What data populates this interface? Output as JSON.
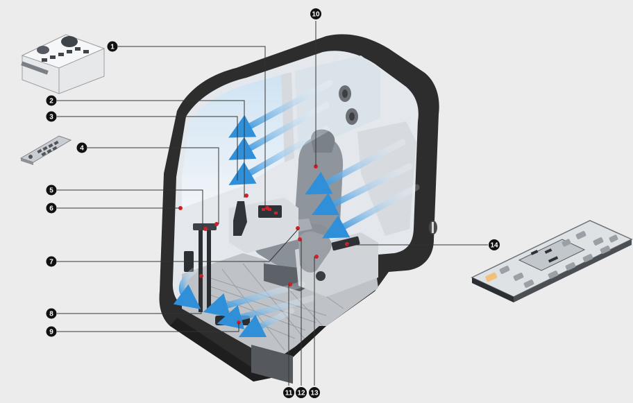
{
  "callouts": [
    {
      "id": "callout-1",
      "number": "1"
    },
    {
      "id": "callout-2",
      "number": "2"
    },
    {
      "id": "callout-3",
      "number": "3"
    },
    {
      "id": "callout-4",
      "number": "4"
    },
    {
      "id": "callout-5",
      "number": "5"
    },
    {
      "id": "callout-6",
      "number": "6"
    },
    {
      "id": "callout-7",
      "number": "7"
    },
    {
      "id": "callout-8",
      "number": "8"
    },
    {
      "id": "callout-9",
      "number": "9"
    },
    {
      "id": "callout-10",
      "number": "10"
    },
    {
      "id": "callout-11",
      "number": "11"
    },
    {
      "id": "callout-12",
      "number": "12"
    },
    {
      "id": "callout-13",
      "number": "13"
    },
    {
      "id": "callout-14",
      "number": "14"
    }
  ],
  "colors": {
    "background": "#ececec",
    "cab_shell": "#2b2b2b",
    "cab_interior": "#e3e6ea",
    "airflow": "#2f8fd8",
    "callout_fill": "#111111",
    "accent_red": "#d0202a"
  }
}
